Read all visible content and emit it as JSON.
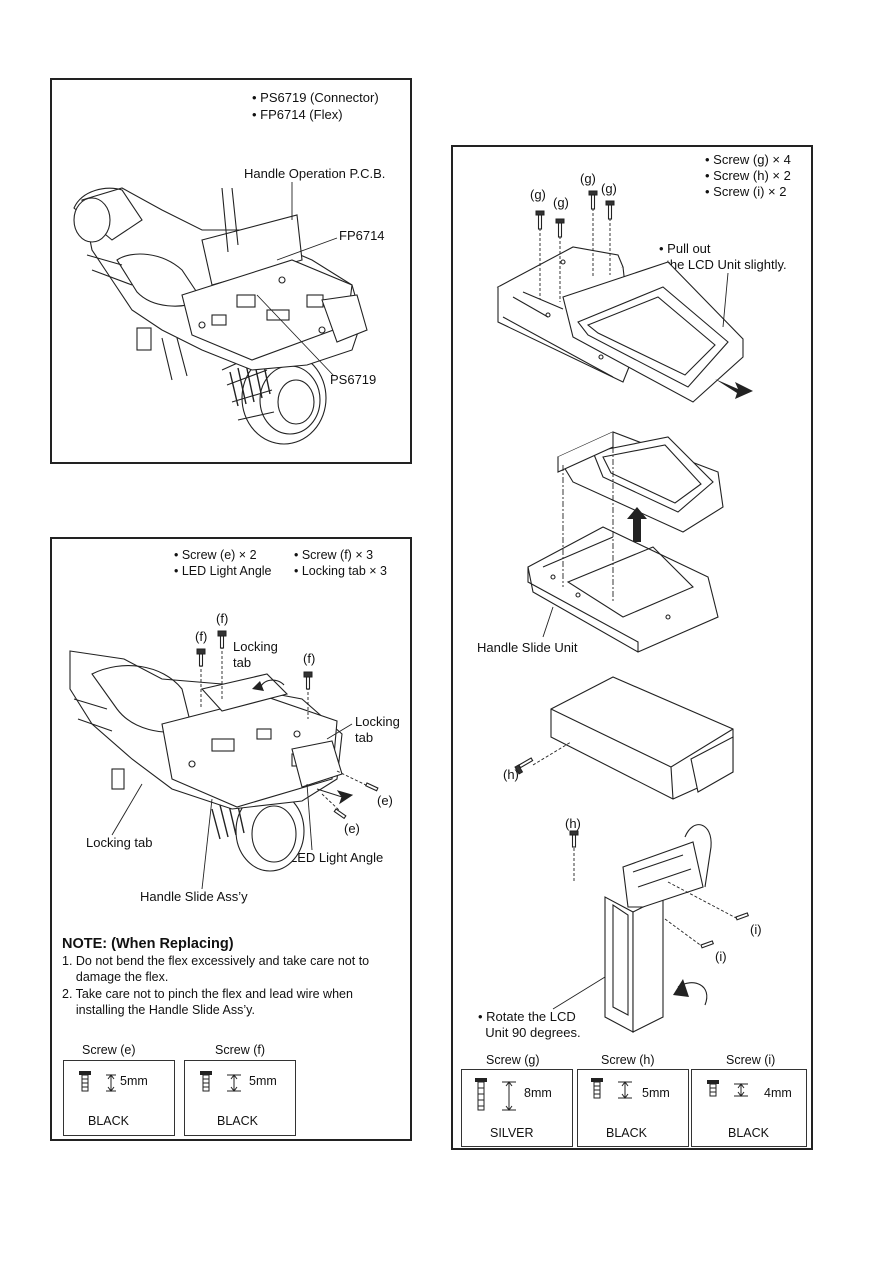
{
  "panel1": {
    "notes": [
      "• PS6719 (Connector)",
      "• FP6714 (Flex)"
    ],
    "labels": {
      "pcb": "Handle Operation P.C.B.",
      "fp": "FP6714",
      "ps": "PS6719"
    }
  },
  "panel2": {
    "notes_left": [
      "• Screw (e) × 2",
      "• LED Light Angle"
    ],
    "notes_right": [
      "• Screw (f) × 3",
      "• Locking tab × 3"
    ],
    "labels": {
      "f1": "(f)",
      "f2": "(f)",
      "f3": "(f)",
      "locking_tab_top": "Locking\ntab",
      "locking_tab_right": "Locking\ntab",
      "e1": "(e)",
      "e2": "(e)",
      "locking_tab_left": "Locking tab",
      "led": "LED Light Angle",
      "handle_slide": "Handle Slide Ass’y"
    },
    "note_title": "NOTE: (When Replacing)",
    "note_lines": [
      "1. Do not bend the flex excessively and take care not to",
      "    damage the flex.",
      "2. Take care not to pinch the flex and lead wire when",
      "    installing the Handle Slide Ass’y."
    ],
    "screws": [
      {
        "title": "Screw (e)",
        "length": "5mm",
        "color": "BLACK"
      },
      {
        "title": "Screw (f)",
        "length": "5mm",
        "color": "BLACK"
      }
    ]
  },
  "panel3": {
    "notes": [
      "• Screw (g) × 4",
      "• Screw (h) × 2",
      "• Screw (i) × 2"
    ],
    "labels": {
      "g1": "(g)",
      "g2": "(g)",
      "g3": "(g)",
      "g4": "(g)",
      "pull_out": "• Pull out\n  the LCD Unit slightly.",
      "handle_slide_unit": "Handle Slide Unit",
      "h1": "(h)",
      "h2": "(h)",
      "i1": "(i)",
      "i2": "(i)",
      "rotate": "• Rotate the LCD\n  Unit 90 degrees."
    },
    "screws": [
      {
        "title": "Screw (g)",
        "length": "8mm",
        "color": "SILVER"
      },
      {
        "title": "Screw (h)",
        "length": "5mm",
        "color": "BLACK"
      },
      {
        "title": "Screw (i)",
        "length": "4mm",
        "color": "BLACK"
      }
    ]
  }
}
